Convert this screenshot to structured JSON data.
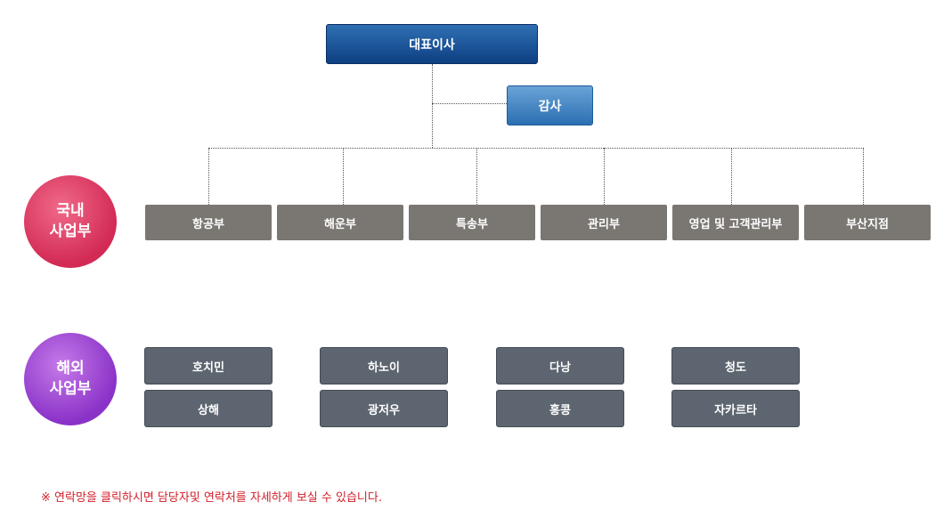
{
  "org": {
    "ceo": "대표이사",
    "audit": "감사",
    "domestic": {
      "label_line1": "국내",
      "label_line2": "사업부",
      "departments": [
        "항공부",
        "해운부",
        "특송부",
        "관리부",
        "영업 및 고객관리부",
        "부산지점"
      ]
    },
    "overseas": {
      "label_line1": "해외",
      "label_line2": "사업부",
      "branches_row1": [
        "호치민",
        "하노이",
        "다낭",
        "청도"
      ],
      "branches_row2": [
        "상해",
        "광저우",
        "홍콩",
        "자카르타"
      ]
    }
  },
  "note": "※ 연락망을 클릭하시면 담당자및 연락처를 자세하게 보실 수 있습니다.",
  "colors": {
    "ceo": "#1f5a9e",
    "audit": "#4a8ac6",
    "domestic_circle": "#d22a55",
    "overseas_circle": "#8a32c8",
    "domestic_box": "#7a7672",
    "overseas_box": "#5d6570",
    "note": "#d0202a"
  }
}
